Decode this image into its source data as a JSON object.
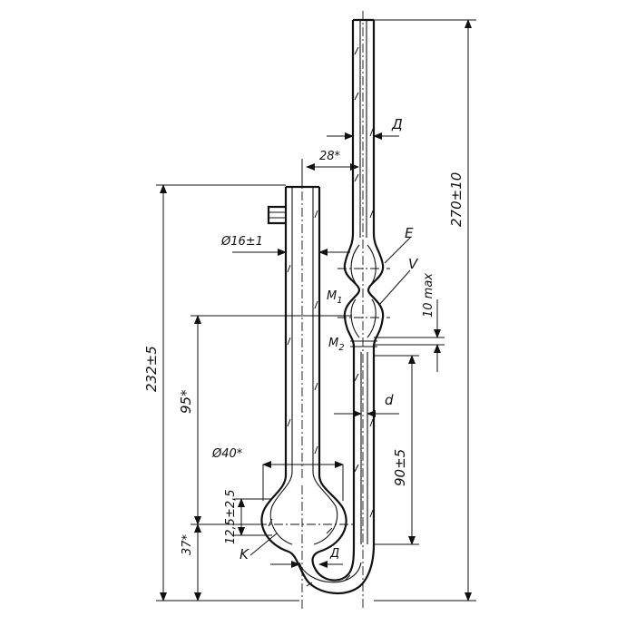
{
  "labels": {
    "d_cyr_top": "Д",
    "dim_28": "28*",
    "dim_16": "Ø16±1",
    "label_E": "E",
    "label_V": "V",
    "label_M1": "M",
    "label_M1_sub": "1",
    "label_M2": "M",
    "label_M2_sub": "2",
    "dim_10max": "10 max",
    "dim_270": "270±10",
    "dim_232": "232±5",
    "dim_95": "95*",
    "dim_d": "d",
    "dim_40": "Ø40*",
    "dim_90": "90±5",
    "dim_12_5": "12,5±2,5",
    "dim_37": "37*",
    "label_K": "K",
    "d_cyr_bottom": "Д"
  },
  "colors": {
    "line": "#111111",
    "background": "#ffffff"
  }
}
